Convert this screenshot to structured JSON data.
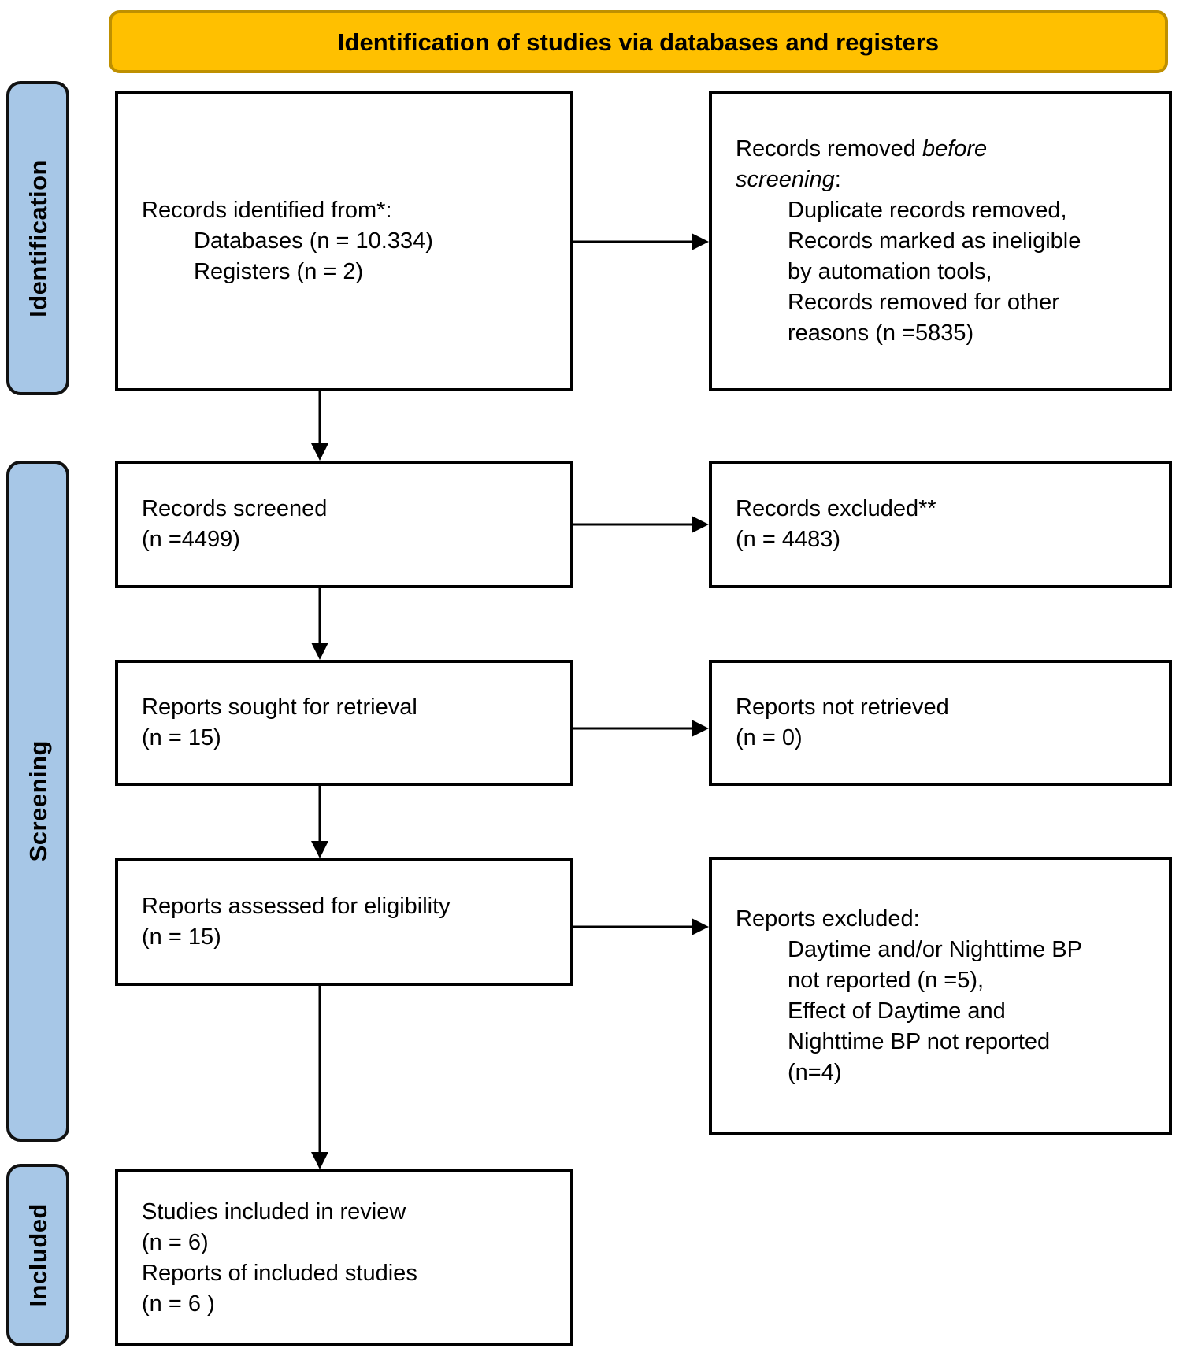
{
  "banner": {
    "title": "Identification of studies via databases and registers"
  },
  "sidebar": {
    "identification_label": "Identification",
    "screening_label": "Screening",
    "included_label": "Included"
  },
  "boxes": {
    "records_identified": {
      "title": "Records identified from*:",
      "items": {
        "databases": "Databases (n = 10.334)",
        "registers": "Registers (n = 2)"
      }
    },
    "records_removed": {
      "line1_normal": "Records removed ",
      "line1_italic": "before",
      "line2_italic": "screening",
      "line2_normal": ":",
      "items": {
        "line1": "Duplicate records removed,",
        "line2": "Records marked as ineligible",
        "line3": "by automation tools,",
        "line4": "Records removed for other",
        "line5": "reasons (n =5835)"
      }
    },
    "records_screened": {
      "line1": "Records screened",
      "line2": "(n =4499)"
    },
    "records_excluded": {
      "line1": "Records excluded**",
      "line2": "(n = 4483)"
    },
    "reports_sought": {
      "line1": "Reports sought for retrieval",
      "line2": "(n = 15)"
    },
    "reports_not_retrieved": {
      "line1": "Reports not retrieved",
      "line2": "(n = 0)"
    },
    "reports_assessed": {
      "line1": "Reports assessed for eligibility",
      "line2": "(n = 15)"
    },
    "reports_excluded": {
      "title": "Reports excluded:",
      "items": {
        "line1": "Daytime and/or Nighttime BP",
        "line2": "not reported (n =5),",
        "line3": "Effect of Daytime and",
        "line4": "Nighttime BP not reported",
        "line5": "(n=4)"
      }
    },
    "studies_included": {
      "line1": "Studies included in review",
      "line2": "(n = 6)",
      "line3": "Reports of included studies",
      "line4": "(n = 6 )"
    }
  },
  "colors": {
    "banner_fill": "#FFC000",
    "banner_border": "#BF9000",
    "sidebar_fill": "#A7C7E7",
    "box_border": "#000000",
    "text": "#000000"
  }
}
